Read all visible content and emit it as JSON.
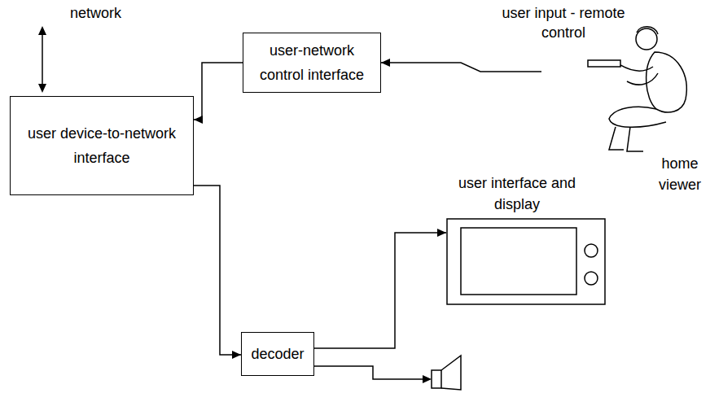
{
  "diagram": {
    "nodes": [
      {
        "text": [
          "user-network control interface"
        ]
      },
      {
        "text": [
          "user device-to-network interface"
        ]
      },
      {
        "text": [
          "decoder"
        ]
      },
      {
        "text": [
          "user interface and display"
        ]
      },
      {
        "text": [
          "home viewer"
        ]
      }
    ],
    "edges": [
      {
        "from": 0,
        "to": 1,
        "arrow": "to"
      },
      {
        "from": 1,
        "to": 2,
        "arrow": "to"
      },
      {
        "from": 2,
        "to": 3,
        "arrow": "to"
      },
      {
        "from": 4,
        "to": 0,
        "arrow": "to",
        "label": "user input - remote control"
      }
    ],
    "labels": [
      "network"
    ]
  }
}
